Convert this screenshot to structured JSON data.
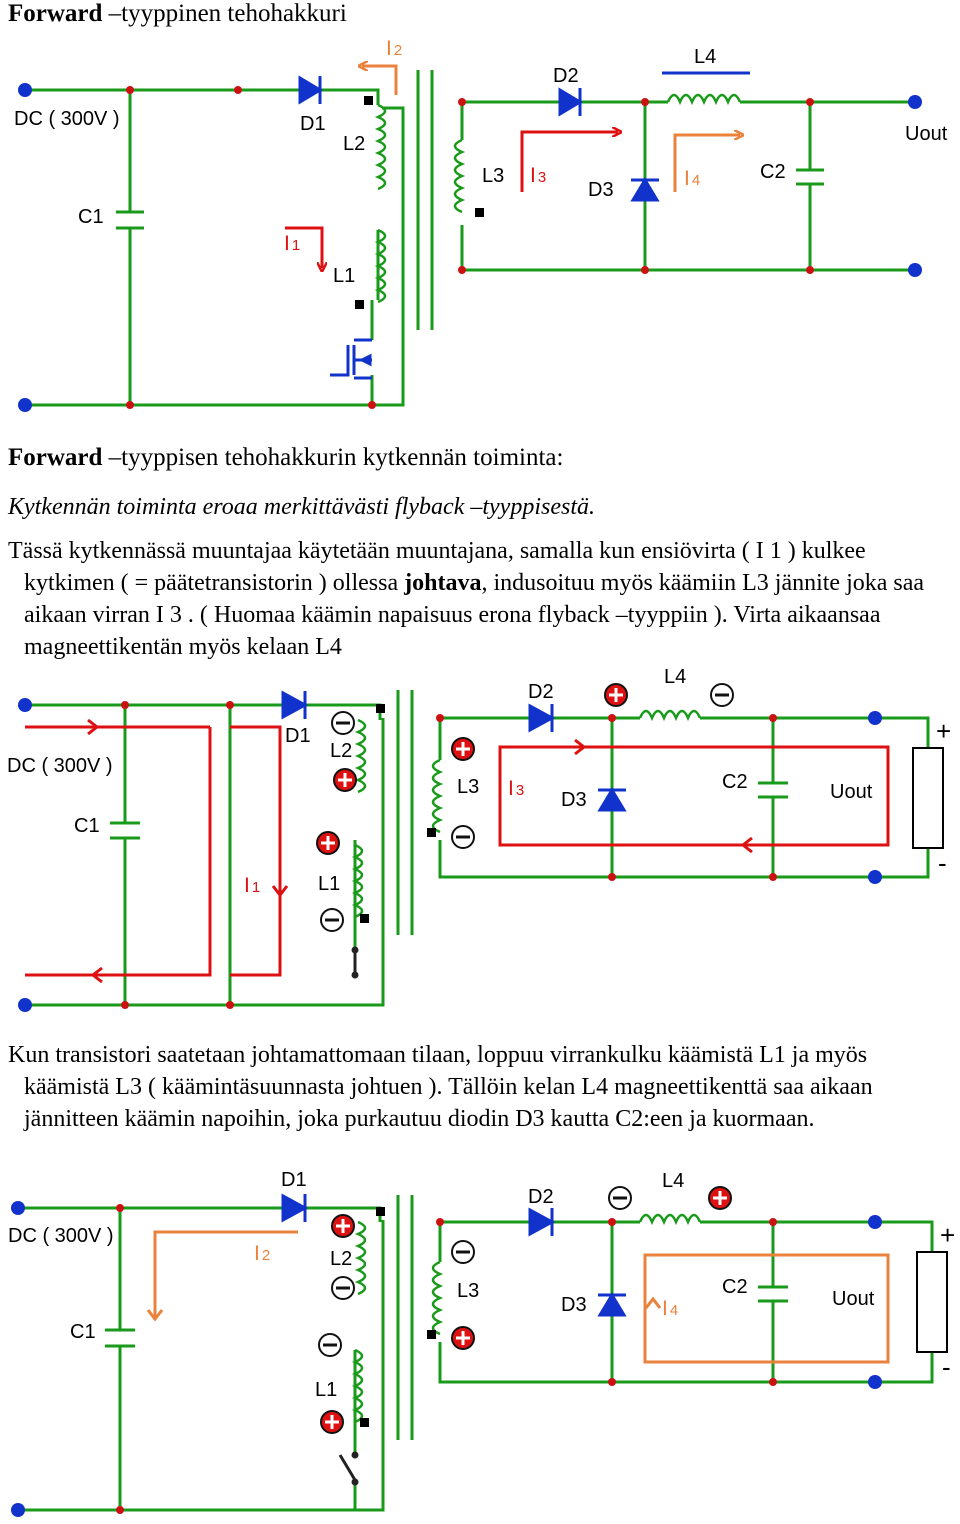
{
  "title": {
    "bold": "Forward",
    "rest": " –tyyppinen tehohakkuri"
  },
  "section": {
    "bold": "Forward",
    "rest": " –tyyppisen tehohakkurin kytkennän toiminta:"
  },
  "intro_italic": "Kytkennän toiminta eroaa merkittävästi flyback –tyyppisestä.",
  "para1": {
    "a": "Tässä kytkennässä muuntajaa käytetään muuntajana, samalla kun ensiövirta ( I 1 ) kulkee kytkimen ( = päätetransistorin ) ollessa ",
    "bold": "johtava",
    "b": ", indusoituu myös käämiin L3 jännite joka saa aikaan virran I 3 . ( Huomaa käämin napaisuus erona flyback –tyyppiin ). Virta aikaansaa magneettikentän myös kelaan L4"
  },
  "para2": "Kun transistori saatetaan johtamattomaan tilaan, loppuu virrankulku käämistä L1 ja myös käämistä L3 ( käämintäsuunnasta johtuen ). Tällöin kelan L4 magneettikenttä saa aikaan jännitteen käämin napoihin, joka purkautuu diodin D3 kautta C2:een ja kuormaan.",
  "labels": {
    "dc": "DC ( 300V )",
    "c1": "C1",
    "d1": "D1",
    "l1": "L1",
    "l2": "L2",
    "l3": "L3",
    "d2": "D2",
    "d3": "D3",
    "l4": "L4",
    "c2": "C2",
    "uout": "Uout",
    "i": "I",
    "n1": "1",
    "n2": "2",
    "n3": "3",
    "n4": "4",
    "plus": "+",
    "minus": "-"
  },
  "colors": {
    "wire": "#1a9a1a",
    "node_pos": "#dd1111",
    "node_neg": "#1133cc",
    "current_red": "#dd1111",
    "current_orange": "#e8823c",
    "text": "#000000"
  }
}
